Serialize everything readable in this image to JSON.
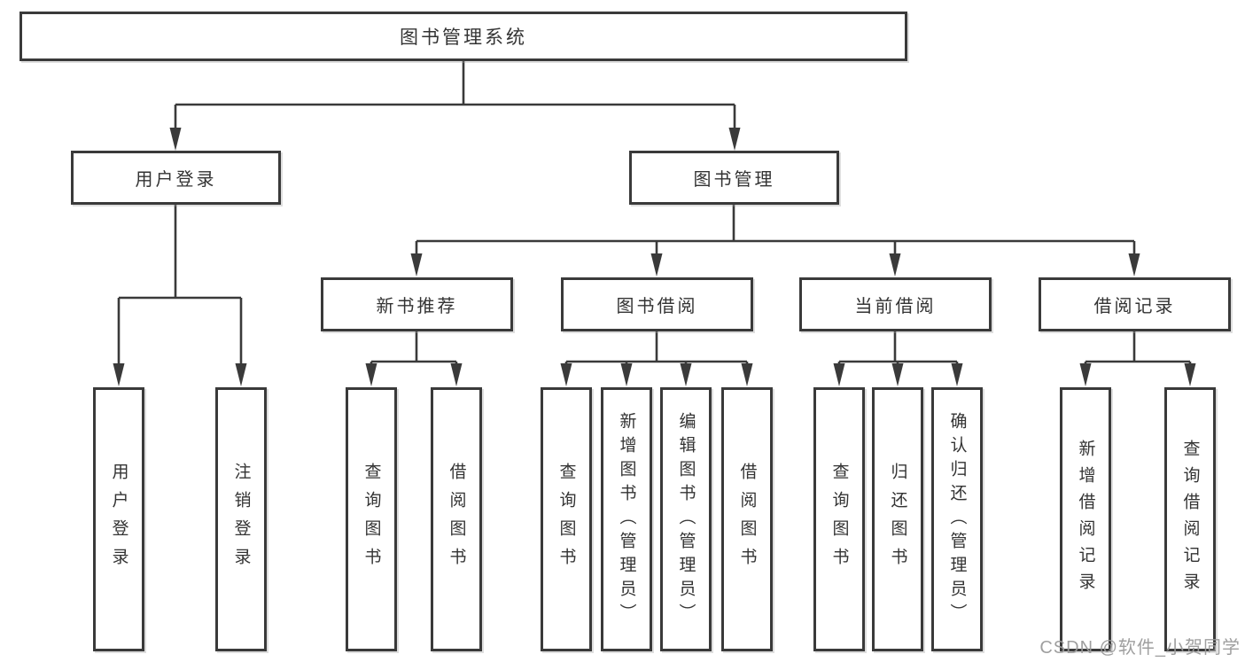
{
  "colors": {
    "line": "#3a3a3a",
    "text": "#333333",
    "background": "#ffffff",
    "watermark": "#9a9a9a"
  },
  "tree": {
    "root": "图书管理系统",
    "branches": [
      {
        "label": "用户登录",
        "children": [
          "用户登录",
          "注销登录"
        ]
      },
      {
        "label": "图书管理",
        "sections": [
          {
            "label": "新书推荐",
            "children": [
              "查询图书",
              "借阅图书"
            ]
          },
          {
            "label": "图书借阅",
            "children": [
              "查询图书",
              "新增图书（管理员）",
              "编辑图书（管理员）",
              "借阅图书"
            ]
          },
          {
            "label": "当前借阅",
            "children": [
              "查询图书",
              "归还图书",
              "确认归还（管理员）"
            ]
          },
          {
            "label": "借阅记录",
            "children": [
              "新增借阅记录",
              "查询借阅记录"
            ]
          }
        ]
      }
    ]
  },
  "watermark": {
    "text": "CSDN @软件_小贺同学"
  }
}
